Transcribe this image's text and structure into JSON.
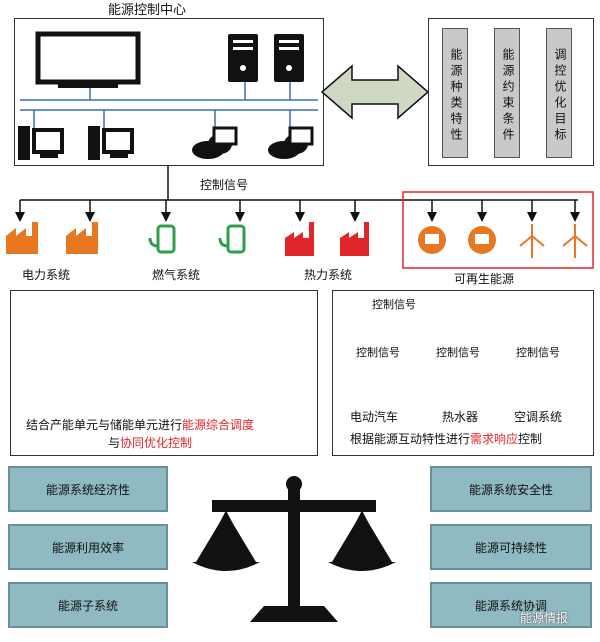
{
  "control_center": {
    "title": "能源控制中心",
    "attributes": [
      "能源种类特性",
      "能源约束条件",
      "调控优化目标"
    ]
  },
  "control_signal_label": "控制信号",
  "systems": {
    "power": "电力系统",
    "gas": "燃气系统",
    "heat": "热力系统",
    "renewable": "可再生能源"
  },
  "left_panel": {
    "caption_part1": "结合产能单元与储能单元进行",
    "caption_red1": "能源综合调度",
    "caption_part2": "与",
    "caption_red2": "协同优化控制"
  },
  "right_panel": {
    "signal_tag": "控制信号",
    "devices": [
      "电动汽车",
      "热水器",
      "空调系统"
    ],
    "caption_part1": "根据能源互动特性进行",
    "caption_red": "需求响应",
    "caption_part2": "控制"
  },
  "bottom_left": [
    "能源系统经济性",
    "能源利用效率",
    "能源子系统"
  ],
  "bottom_right": [
    "能源系统安全性",
    "能源可持续性",
    "能源系统协调"
  ],
  "watermark": "能源情报",
  "colors": {
    "accent_red": "#e0262a",
    "teal": "#8fb9c3",
    "orange": "#e87722",
    "green": "#2e9e4f",
    "hub_blue": "#3a6fb0"
  }
}
